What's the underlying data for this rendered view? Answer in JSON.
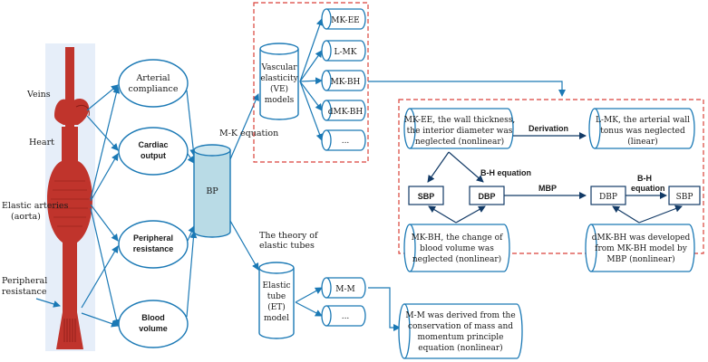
{
  "anatomy": {
    "veins": "Veins",
    "heart": "Heart",
    "elastic_arteries_1": "Elastic arteries",
    "elastic_arteries_2": "(aorta)",
    "peripheral_resistance_1": "Peripheral",
    "peripheral_resistance_2": "resistance"
  },
  "factors": [
    {
      "lines": [
        "Arterial",
        "compliance"
      ],
      "bold": false
    },
    {
      "lines": [
        "Cardiac",
        "output"
      ],
      "bold": true
    },
    {
      "lines": [
        "Peripheral",
        "resistance"
      ],
      "bold": true
    },
    {
      "lines": [
        "Blood",
        "volume"
      ],
      "bold": true
    }
  ],
  "bp": {
    "label": "BP"
  },
  "edges": {
    "mk_equation": "M-K equation",
    "elastic_tubes_1": "The theory of",
    "elastic_tubes_2": "elastic tubes",
    "derivation": "Derivation",
    "bh_equation": "B-H equation",
    "mbp": "MBP",
    "bh_equation_2a": "B-H",
    "bh_equation_2b": "equation"
  },
  "ve_model": {
    "lines": [
      "Vascular",
      "elasticity",
      "(VE)",
      "models"
    ]
  },
  "ve_items": [
    "MK-EE",
    "L-MK",
    "MK-BH",
    "dMK-BH",
    "..."
  ],
  "et_model": {
    "lines": [
      "Elastic",
      "tube",
      "(ET)",
      "model"
    ]
  },
  "et_items": [
    "M-M",
    "..."
  ],
  "details": {
    "mk_ee": [
      "MK-EE, the wall thickness,",
      "the interior diameter was",
      "neglected (nonlinear)"
    ],
    "l_mk": [
      "L-MK, the arterial wall",
      "tonus was neglected",
      "(linear)"
    ],
    "mk_bh": [
      "MK-BH, the change of",
      "blood volume was",
      "neglected (nonlinear)"
    ],
    "dmk_bh": [
      "dMK-BH was developed",
      "from MK-BH model by",
      "MBP (nonlinear)"
    ],
    "mm": [
      "M-M was derived from the",
      "conservation of mass and",
      "momentum principle",
      "equation (nonlinear)"
    ]
  },
  "pressures": {
    "sbp": "SBP",
    "dbp": "DBP",
    "dbp2": "DBP",
    "sbp2": "SBP"
  },
  "colors": {
    "blue": "#1b79b5",
    "dark": "#123a66",
    "red_dashed": "#d9423a",
    "anatomy_red": "#c0342c",
    "panel": "#e6eef9",
    "bp_fill": "#b9dbe6"
  }
}
